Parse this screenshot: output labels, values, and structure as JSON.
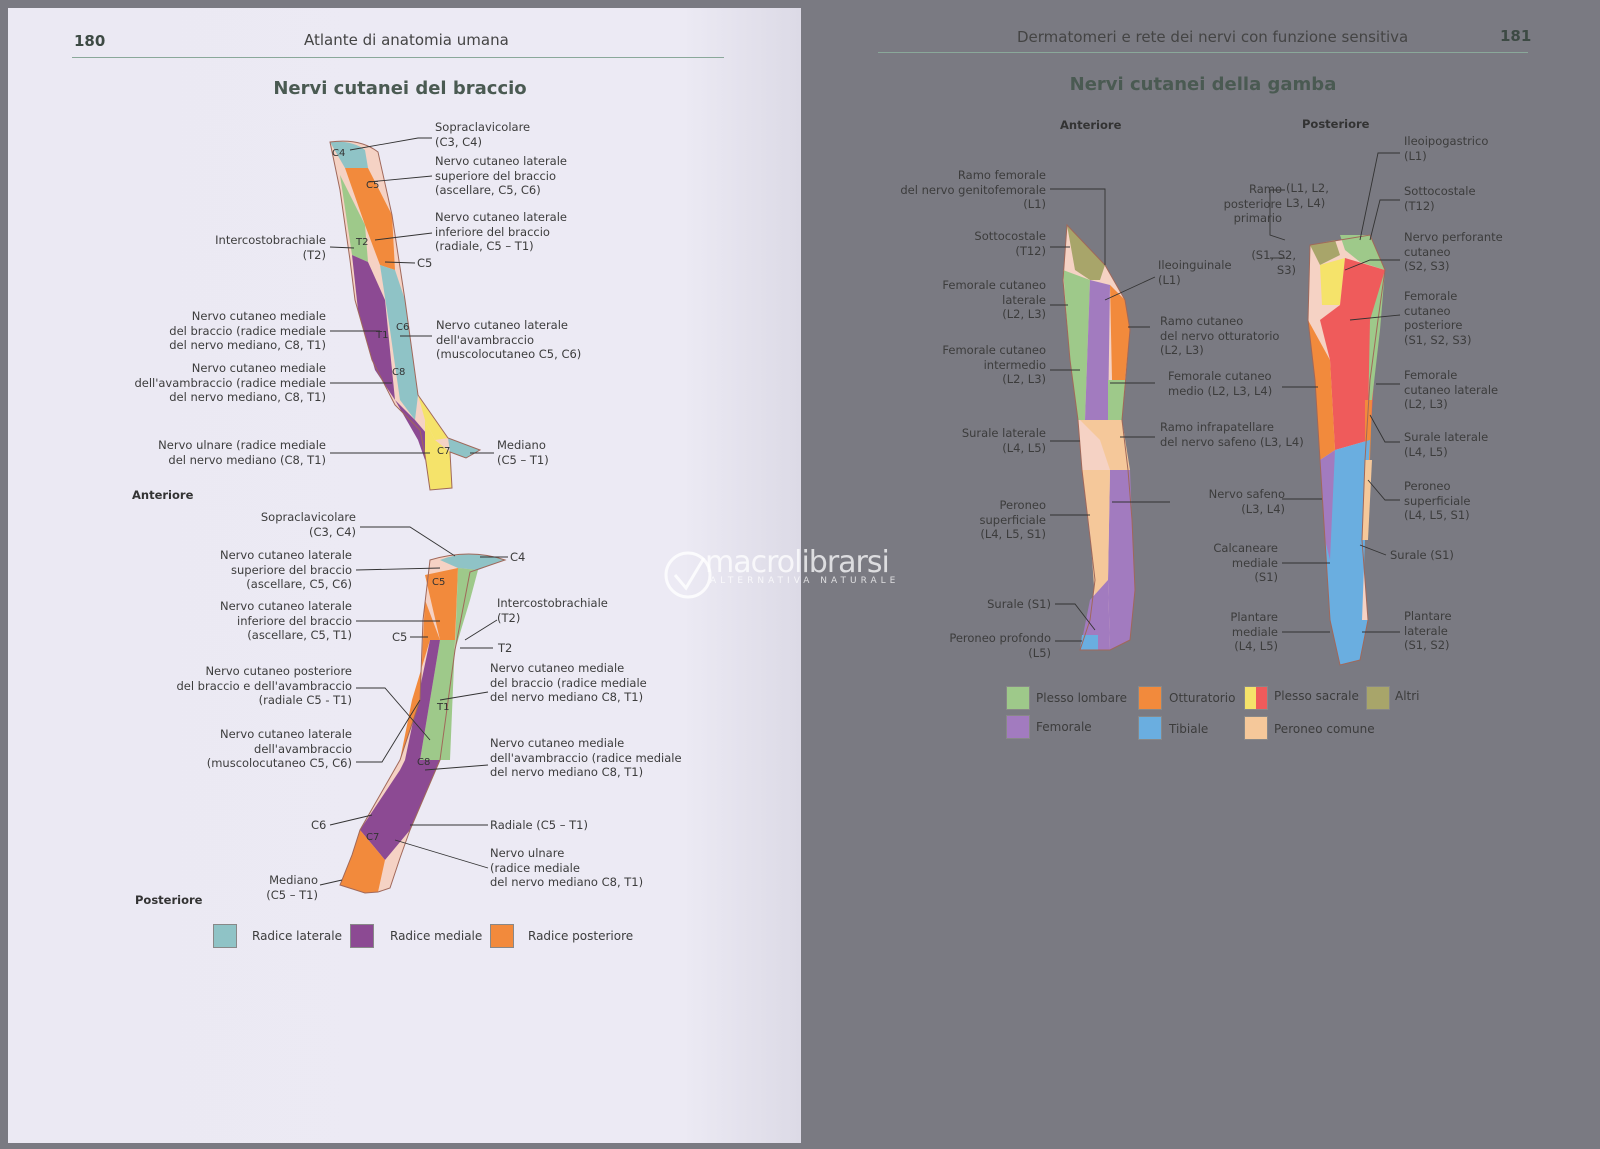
{
  "left_page": {
    "page_number": "180",
    "running_head": "Atlante di anatomia umana",
    "title": "Nervi cutanei del braccio",
    "anterior_label": "Anteriore",
    "posterior_label": "Posteriore",
    "anterior_labels": [
      "Sopraclavicolare\n(C3, C4)",
      "Nervo cutaneo laterale\nsuperiore del braccio\n(ascellare, C5, C6)",
      "Nervo cutaneo laterale\ninferiore del braccio\n(radiale, C5 – T1)",
      "C5",
      "Intercostobrachiale\n(T2)",
      "Nervo cutaneo mediale\ndel braccio (radice mediale\ndel nervo mediano, C8, T1)",
      "Nervo cutaneo laterale\ndell'avambraccio\n(muscolocutaneo C5, C6)",
      "Nervo cutaneo mediale\ndell'avambraccio (radice mediale\ndel nervo mediano, C8, T1)",
      "Nervo ulnare (radice mediale\ndel nervo mediano (C8, T1)",
      "Mediano\n(C5 – T1)"
    ],
    "posterior_labels": [
      "Sopraclavicolare\n(C3, C4)",
      "C4",
      "Nervo cutaneo laterale\nsuperiore del braccio\n(ascellare, C5, C6)",
      "Intercostobrachiale\n(T2)",
      "Nervo cutaneo laterale\ninferiore del braccio\n(ascellare, C5, T1)",
      "C5",
      "T2",
      "Nervo cutaneo posteriore\ndel braccio e dell'avambraccio\n(radiale C5 - T1)",
      "Nervo cutaneo mediale\ndel braccio (radice mediale\ndel nervo mediano C8, T1)",
      "Nervo cutaneo laterale\ndell'avambraccio\n(muscolocutaneo C5, C6)",
      "Nervo cutaneo mediale\ndell'avambraccio (radice mediale\ndel nervo mediano C8, T1)",
      "C6",
      "Radiale (C5 – T1)",
      "Nervo ulnare\n(radice mediale\ndel nervo mediano C8, T1)",
      "Mediano\n(C5 – T1)"
    ],
    "segments": {
      "c4": "C4",
      "c5": "C5",
      "t2": "T2",
      "t1": "T1",
      "c6": "C6",
      "c8": "C8",
      "c7": "C7"
    },
    "legend": [
      {
        "label": "Radice laterale",
        "color": "#8fc3c6"
      },
      {
        "label": "Radice mediale",
        "color": "#8c4a93"
      },
      {
        "label": "Radice posteriore",
        "color": "#f28a3c"
      }
    ]
  },
  "right_page": {
    "page_number": "181",
    "running_head": "Dermatomeri e rete dei nervi con funzione sensitiva",
    "title": "Nervi cutanei della gamba",
    "anterior_heading": "Anteriore",
    "posterior_heading": "Posteriore",
    "anterior_labels": [
      "Ramo femorale\ndel nervo genitofemorale\n(L1)",
      "Sottocostale\n(T12)",
      "Femorale cutaneo\nlaterale\n(L2, L3)",
      "Femorale cutaneo\nintermedio\n(L2, L3)",
      "Surale laterale\n(L4, L5)",
      "Peroneo\nsuperficiale\n(L4, L5, S1)",
      "Surale (S1)",
      "Peroneo profondo\n(L5)",
      "Ileoinguinale\n(L1)",
      "Ramo cutaneo\ndel nervo otturatorio\n(L2, L3)",
      "Femorale cutaneo\nmedio (L2, L3, L4)",
      "Ramo infrapatellare\ndel nervo safeno (L3, L4)",
      "Nervo safeno\n(L3, L4)"
    ],
    "posterior_labels": [
      "Ramo\nposteriore\nprimario",
      "(L1, L2,\nL3, L4)",
      "(S1, S2,\nS3)",
      "Ileoipogastrico\n(L1)",
      "Sottocostale\n(T12)",
      "Nervo perforante\ncutaneo\n(S2, S3)",
      "Femorale\ncutaneo\nposteriore\n(S1, S2, S3)",
      "Femorale\ncutaneo laterale\n(L2, L3)",
      "Surale laterale\n(L4, L5)",
      "Peroneo\nsuperficiale\n(L4, L5, S1)",
      "Surale (S1)",
      "Calcaneare\nmediale\n(S1)",
      "Plantare\nmediale\n(L4, L5)",
      "Plantare\nlaterale\n(S1, S2)"
    ],
    "legend": [
      {
        "label": "Plesso lombare",
        "color": "#9ec98a"
      },
      {
        "label": "Otturatorio",
        "color": "#f28a3c"
      },
      {
        "label": "Plesso sacrale",
        "color": "#f5e36a",
        "color2": "#ef5b5b"
      },
      {
        "label": "Altri",
        "color": "#a8a56a"
      },
      {
        "label": "Femorale",
        "color": "#a27bbf"
      },
      {
        "label": "Tibiale",
        "color": "#6aaee0"
      },
      {
        "label": "Peroneo comune",
        "color": "#f5c89a"
      }
    ]
  },
  "watermark": {
    "brand": "macrolibrarsi",
    "tagline": "ALTERNATIVA NATURALE"
  }
}
